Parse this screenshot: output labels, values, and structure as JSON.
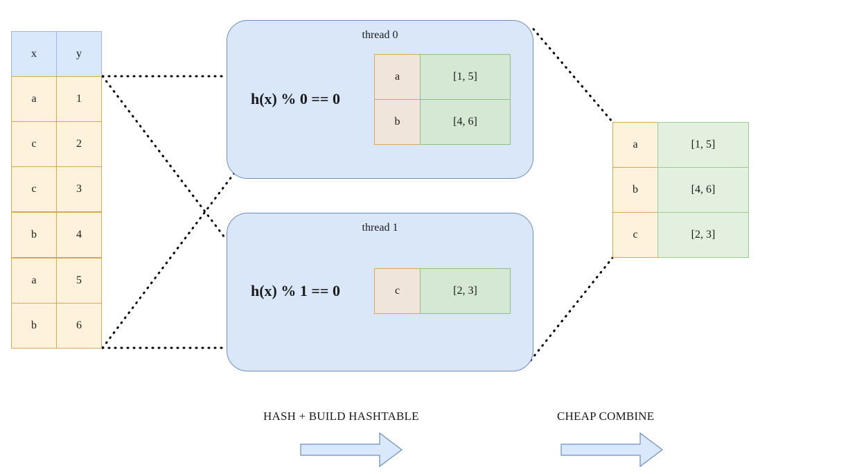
{
  "input_table": {
    "headers": [
      "x",
      "y"
    ],
    "rows": [
      [
        "a",
        "1"
      ],
      [
        "c",
        "2"
      ],
      [
        "c",
        "3"
      ],
      [
        "b",
        "4"
      ],
      [
        "a",
        "5"
      ],
      [
        "b",
        "6"
      ]
    ]
  },
  "threads": [
    {
      "title": "thread 0",
      "condition": "h(x) % 0 == 0",
      "rows": [
        [
          "a",
          "[1, 5]"
        ],
        [
          "b",
          "[4, 6]"
        ]
      ]
    },
    {
      "title": "thread 1",
      "condition": "h(x) % 1 == 0",
      "rows": [
        [
          "c",
          "[2, 3]"
        ]
      ]
    }
  ],
  "output_table": {
    "rows": [
      [
        "a",
        "[1, 5]"
      ],
      [
        "b",
        "[4, 6]"
      ],
      [
        "c",
        "[2, 3]"
      ]
    ]
  },
  "steps": [
    {
      "label": "HASH + BUILD HASHTABLE"
    },
    {
      "label": "CHEAP COMBINE"
    }
  ],
  "colors": {
    "header_fill": "#dae8fc",
    "key_fill": "#fff2dd",
    "value_fill": "#d5e8d4",
    "thread_fill": "#d9e7f9",
    "thread_border": "#6c8ebf",
    "arrow_fill": "#dae8fc"
  }
}
